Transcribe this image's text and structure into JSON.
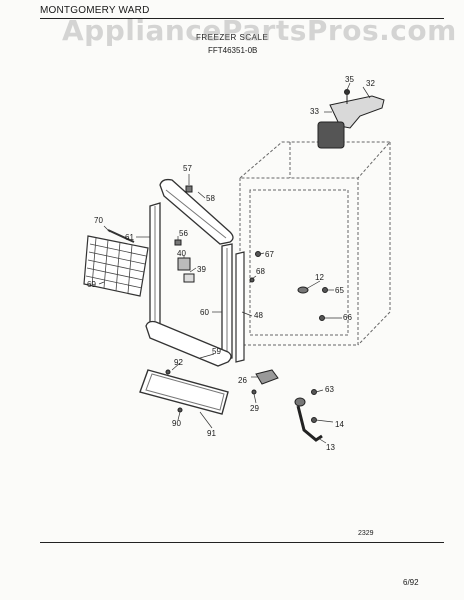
{
  "header": {
    "brand": "MONTGOMERY WARD",
    "watermark": "AppliancePartsPros.com",
    "title": "FREEZER SCALE",
    "model": "FFT46351-0B"
  },
  "footer": {
    "drawing_number": "2329",
    "date": "6/92"
  },
  "callouts": {
    "c12": "12",
    "c13": "13",
    "c14": "14",
    "c26": "26",
    "c29": "29",
    "c32": "32",
    "c33": "33",
    "c35": "35",
    "c39": "39",
    "c40": "40",
    "c48": "48",
    "c56": "56",
    "c57": "57",
    "c58": "58",
    "c59": "59",
    "c60": "60",
    "c61": "61",
    "c63": "63",
    "c65": "65",
    "c66": "66",
    "c67": "67",
    "c68": "68",
    "c69": "69",
    "c70": "70",
    "c90": "90",
    "c91": "91",
    "c92": "92"
  }
}
